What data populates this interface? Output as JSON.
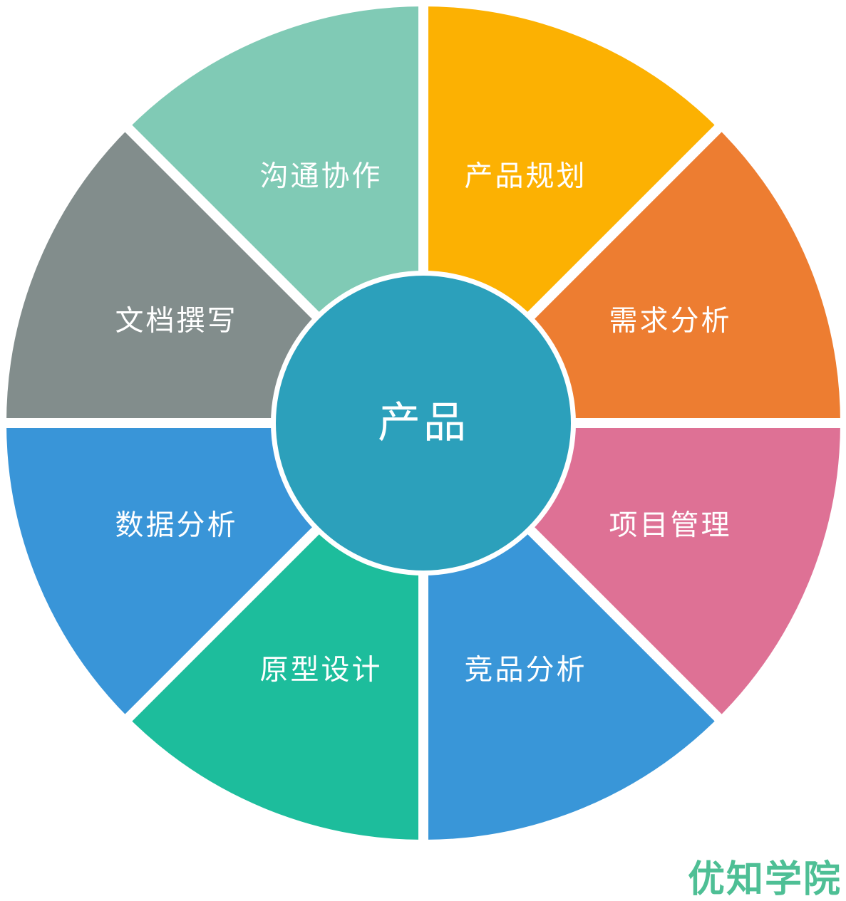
{
  "diagram": {
    "center": {
      "label": "产品",
      "color": "#2ca0bb"
    },
    "segments": [
      {
        "label": "产品规划",
        "color": "#fcb102"
      },
      {
        "label": "需求分析",
        "color": "#ed7d31"
      },
      {
        "label": "项目管理",
        "color": "#de7195"
      },
      {
        "label": "竞品分析",
        "color": "#3996d8"
      },
      {
        "label": "原型设计",
        "color": "#1dbd9c"
      },
      {
        "label": "数据分析",
        "color": "#3995d8"
      },
      {
        "label": "文档撰写",
        "color": "#828d8c"
      },
      {
        "label": "沟通协作",
        "color": "#80cab5"
      }
    ]
  },
  "watermark": {
    "text": "优知学院",
    "color": "#3bb98a"
  }
}
